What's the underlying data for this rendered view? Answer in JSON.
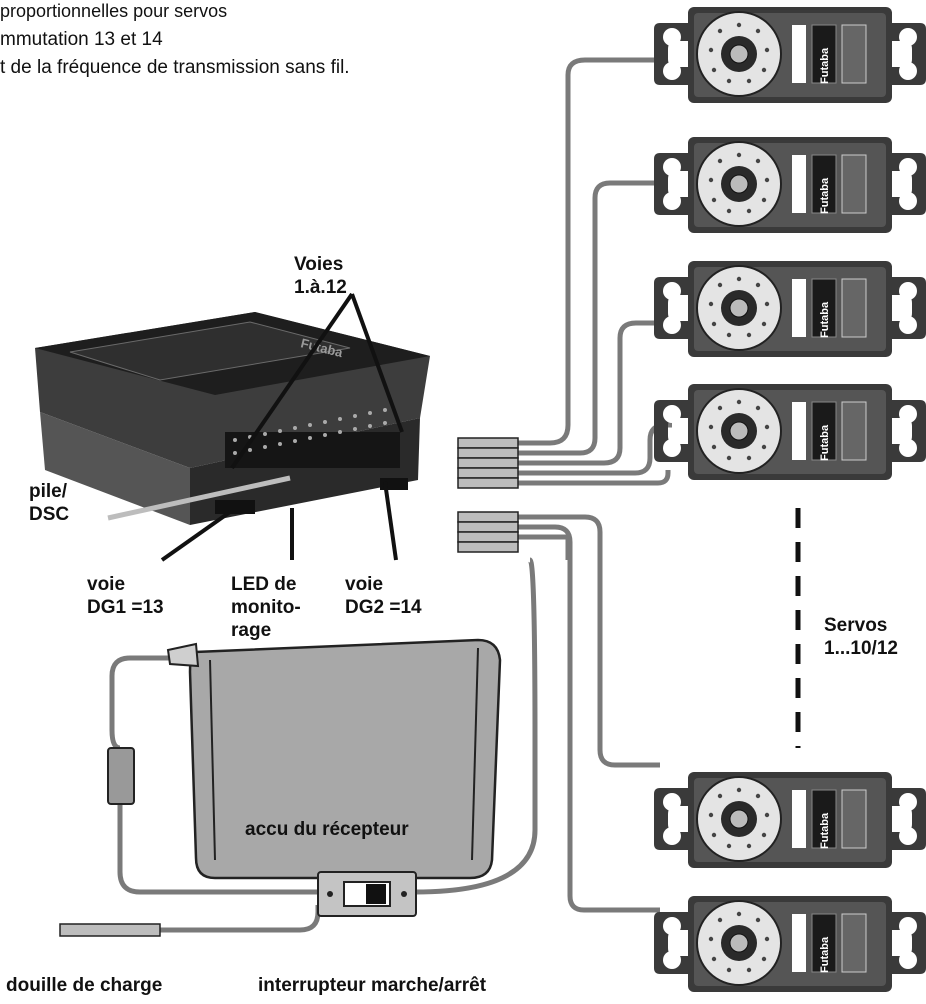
{
  "header_lines": [
    "proportionnelles pour servos",
    "mmutation 13 et 14",
    "t de la fréquence de transmission sans fil."
  ],
  "labels": {
    "voies_line1": "Voies",
    "voies_line2": "1.à.12",
    "pile_line1": "pile/",
    "pile_line2": "DSC",
    "dg1_line1": "voie",
    "dg1_line2": "DG1 =13",
    "led_line1": "LED de",
    "led_line2": "monito-",
    "led_line3": "rage",
    "dg2_line1": "voie",
    "dg2_line2": "DG2 =14",
    "servos_line1": "Servos",
    "servos_line2": "1...10/12",
    "accu": "accu du récepteur",
    "douille": "douille de charge",
    "interrupteur": "interrupteur marche/arrêt"
  },
  "servo_brand": "Futaba",
  "receiver_brand": "Futaba",
  "colors": {
    "wire": "#7a7a7a",
    "battery": "#a8a8a8",
    "receiver_body": "#2a2a2a",
    "servo_body": "#3a3a3a"
  }
}
